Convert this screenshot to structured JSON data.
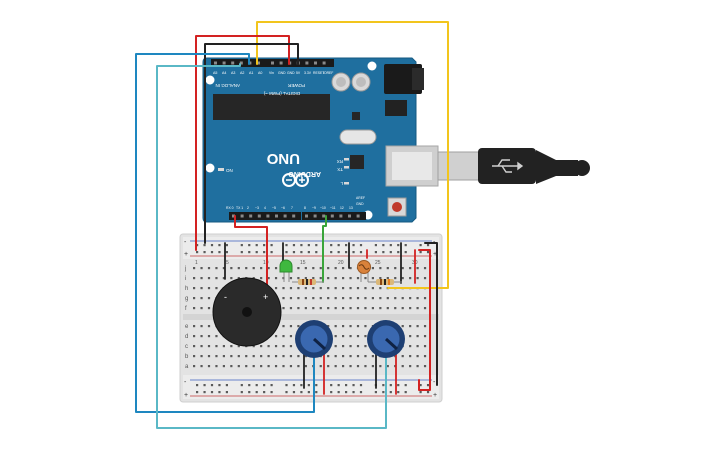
{
  "canvas": {
    "background": "#ffffff"
  },
  "arduino": {
    "board_color": "#1f6f9f",
    "brand": "ARDUINO",
    "model": "UNO",
    "on_label": "ON",
    "analog_in_label": "ANALOG IN",
    "power_label": "POWER",
    "digital_label": "DIGITAL (PWM ~)",
    "aref_label": "AREF",
    "gnd_label": "GND",
    "tx_label": "TX",
    "rx_label": "RX",
    "l_label": "L",
    "analog_pins": [
      "A5",
      "A4",
      "A3",
      "A2",
      "A1",
      "A0"
    ],
    "power_pins": [
      "Vin",
      "GND",
      "GND",
      "5V",
      "3.3V",
      "RESET",
      "IOREF"
    ],
    "digital_pins_low": [
      "RX 0",
      "TX 1",
      "2",
      "~3",
      "4",
      "~5",
      "~6",
      "7"
    ],
    "digital_pins_high": [
      "8",
      "~9",
      "~10",
      "~11",
      "12",
      "13"
    ]
  },
  "breadboard": {
    "color": "#e5e5e5",
    "rail_plus": "+",
    "rail_minus": "-",
    "row_letters_top": [
      "j",
      "i",
      "h",
      "g",
      "f"
    ],
    "row_letters_bottom": [
      "e",
      "d",
      "c",
      "b",
      "a"
    ],
    "column_numbers": [
      "1",
      "5",
      "10",
      "15",
      "20",
      "25",
      "30"
    ]
  },
  "components": {
    "led": {
      "color": "#3fb83f"
    },
    "piezo": {
      "plus_label": "+",
      "minus_label": "-"
    },
    "potentiometer_color": "#2a4f8c",
    "photoresistor_color": "#d9823b"
  },
  "wire_colors": {
    "red": "#d32222",
    "black": "#222222",
    "yellow": "#f2c51d",
    "blue": "#1e87c0",
    "teal": "#5ab8c6",
    "green": "#3aa53a"
  },
  "usb_cable": {
    "color": "#222222",
    "plug_color": "#d0d0d0",
    "icon": "usb-icon"
  }
}
